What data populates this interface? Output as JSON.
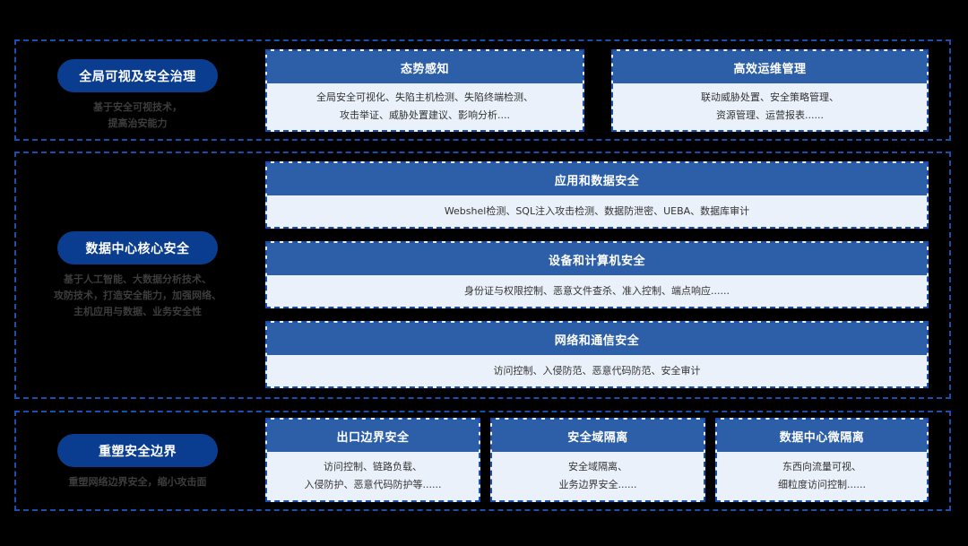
{
  "layers": [
    {
      "title": "全局可视及安全治理",
      "description": [
        "基于安全可视技术，",
        "提高治安能力"
      ],
      "cards": [
        {
          "title": "态势感知",
          "lines": [
            "全局安全可视化、失陷主机检测、失陷终端检测、",
            "攻击举证、威胁处置建议、影响分析...."
          ]
        },
        {
          "title": "高效运维管理",
          "lines": [
            "联动威胁处置、安全策略管理、",
            "资源管理、运营报表......"
          ]
        }
      ]
    },
    {
      "title": "数据中心核心安全",
      "description": [
        "基于人工智能、大数据分析技术、",
        "攻防技术，打造安全能力，加强网络、",
        "主机应用与数据、业务安全性"
      ],
      "cards": [
        {
          "title": "应用和数据安全",
          "lines": [
            "Webshel检测、SQL注入攻击检测、数据防泄密、UEBA、数据库审计"
          ]
        },
        {
          "title": "设备和计算机安全",
          "lines": [
            "身份证与权限控制、恶意文件查杀、准入控制、端点响应......"
          ]
        },
        {
          "title": "网络和通信安全",
          "lines": [
            "访问控制、入侵防范、恶意代码防范、安全审计"
          ]
        }
      ]
    },
    {
      "title": "重塑安全边界",
      "description": [
        "重塑网络边界安全，缩小攻击面"
      ],
      "cards": [
        {
          "title": "出口边界安全",
          "lines": [
            "访问控制、链路负载、",
            "入侵防护、恶意代码防护等......"
          ]
        },
        {
          "title": "安全域隔离",
          "lines": [
            "安全域隔离、",
            "业务边界安全......"
          ]
        },
        {
          "title": "数据中心微隔离",
          "lines": [
            "东西向流量可视、",
            "细粒度访问控制......"
          ]
        }
      ]
    }
  ],
  "colors": {
    "background": "#000000",
    "dashed_border": "#1a4fb0",
    "pill": "#0a3d8f",
    "card_header": "#2d5fa8",
    "card_body": "#eaf1fa"
  }
}
